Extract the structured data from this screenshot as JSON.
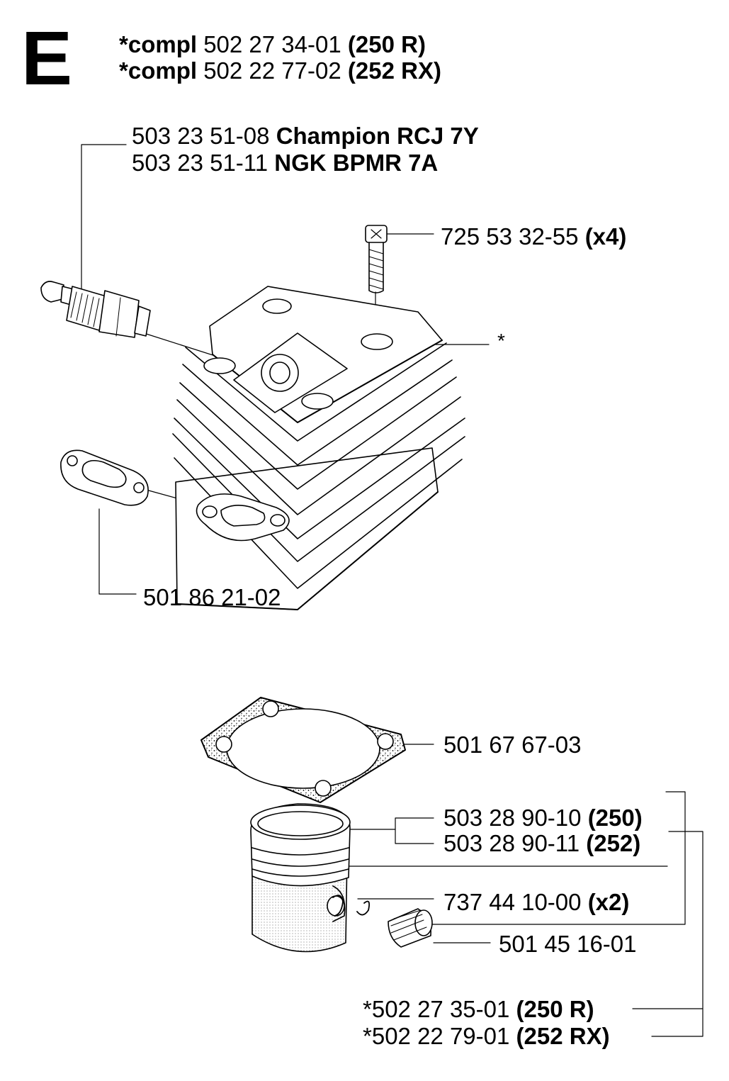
{
  "section_letter": "E",
  "header": [
    {
      "prefix": "*compl",
      "number": "502 27 34-01",
      "model": "(250 R)"
    },
    {
      "prefix": "*compl",
      "number": "502 22 77-02",
      "model": "(252 RX)"
    }
  ],
  "parts": {
    "spark_plug": [
      {
        "number": "503 23 51-08",
        "name": "Champion RCJ 7Y"
      },
      {
        "number": "503 23 51-11",
        "name": "NGK BPMR 7A"
      }
    ],
    "screw": {
      "number": "725 53 32-55",
      "qty": "(x4)"
    },
    "cylinder": {
      "mark": "*"
    },
    "exhaust_gasket": {
      "number": "501 86 21-02"
    },
    "cylinder_gasket": {
      "number": "501 67 67-03"
    },
    "piston_ring": [
      {
        "number": "503 28 90-10",
        "model": "(250)"
      },
      {
        "number": "503 28 90-11",
        "model": "(252)"
      }
    ],
    "circlip": {
      "number": "737 44 10-00",
      "qty": "(x2)"
    },
    "needle_bearing": {
      "number": "501 45 16-01"
    },
    "piston_kit": [
      {
        "number": "*502 27 35-01",
        "model": "(250 R)"
      },
      {
        "number": "*502 22 79-01",
        "model": "(252 RX)"
      }
    ]
  }
}
